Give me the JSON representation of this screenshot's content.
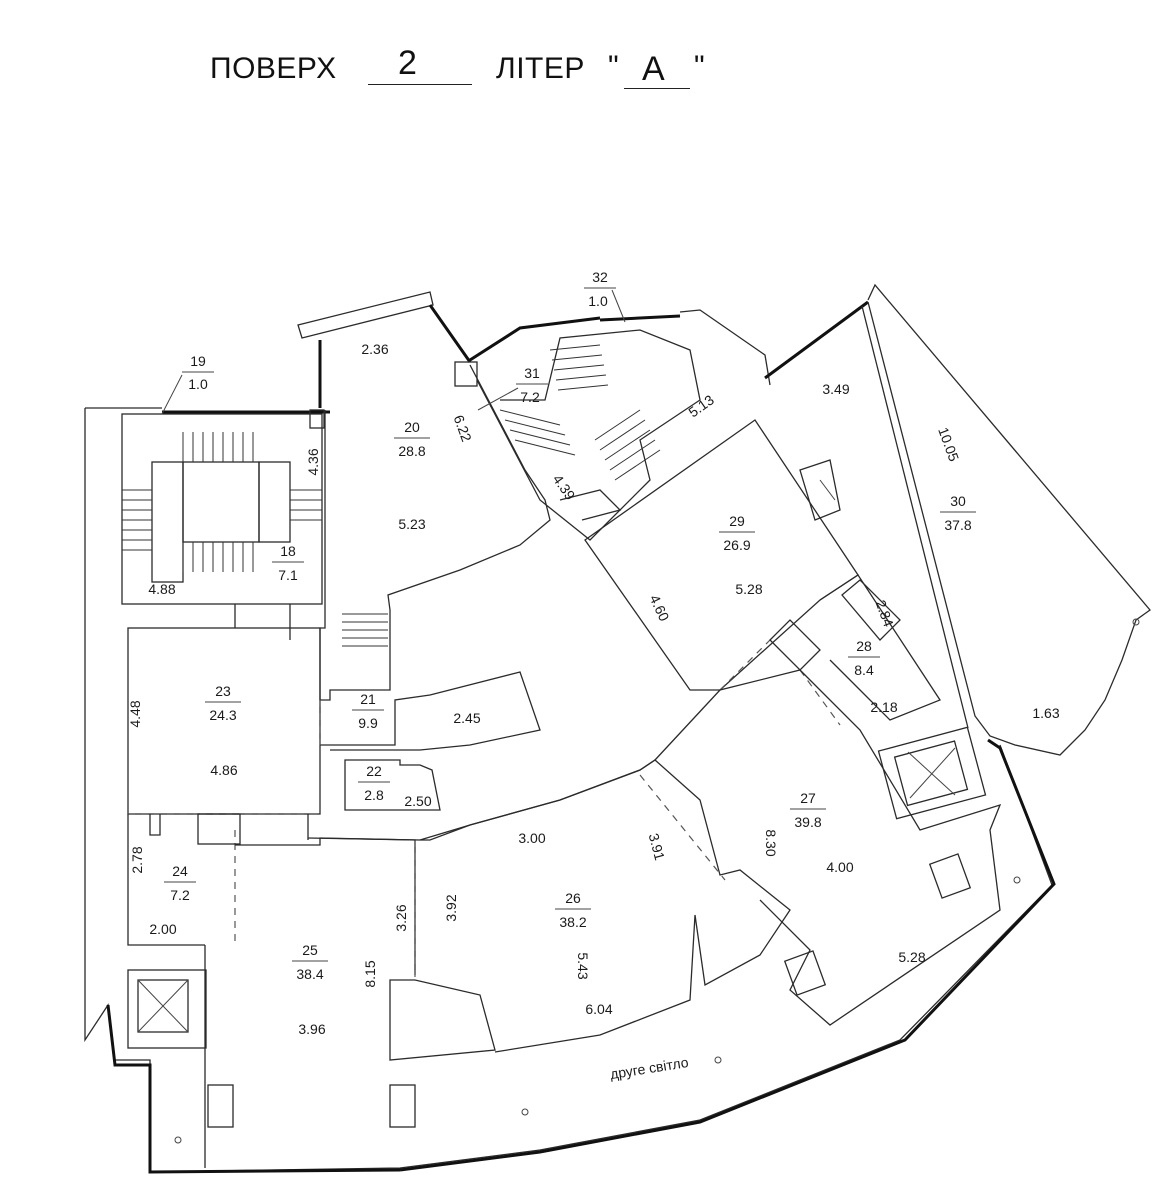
{
  "header": {
    "floor_label": "ПОВЕРХ",
    "floor_value": "2",
    "letter_label": "ЛІТЕР",
    "letter_open_quote": "\"",
    "letter_value": "А",
    "letter_close_quote": "\""
  },
  "rooms": [
    {
      "id": "19",
      "num": "19",
      "area": "1.0"
    },
    {
      "id": "18",
      "num": "18",
      "area": "7.1"
    },
    {
      "id": "20",
      "num": "20",
      "area": "28.8"
    },
    {
      "id": "21",
      "num": "21",
      "area": "9.9"
    },
    {
      "id": "22",
      "num": "22",
      "area": "2.8"
    },
    {
      "id": "23",
      "num": "23",
      "area": "24.3"
    },
    {
      "id": "24",
      "num": "24",
      "area": "7.2"
    },
    {
      "id": "25",
      "num": "25",
      "area": "38.4"
    },
    {
      "id": "26",
      "num": "26",
      "area": "38.2"
    },
    {
      "id": "27",
      "num": "27",
      "area": "39.8"
    },
    {
      "id": "28",
      "num": "28",
      "area": "8.4"
    },
    {
      "id": "29",
      "num": "29",
      "area": "26.9"
    },
    {
      "id": "30",
      "num": "30",
      "area": "37.8"
    },
    {
      "id": "31",
      "num": "31",
      "area": "7.2"
    },
    {
      "id": "32",
      "num": "32",
      "area": "1.0"
    }
  ],
  "dimensions": [
    "2.36",
    "6.22",
    "4.36",
    "5.23",
    "4.88",
    "4.48",
    "4.86",
    "2.45",
    "2.50",
    "2.78",
    "2.00",
    "3.26",
    "8.15",
    "3.96",
    "3.00",
    "3.92",
    "3.91",
    "5.43",
    "6.04",
    "8.30",
    "4.00",
    "5.28",
    "4.60",
    "5.28",
    "4.39",
    "5.13",
    "3.49",
    "10.05",
    "2.84",
    "2.18",
    "1.63"
  ],
  "annotation": "друге світло"
}
